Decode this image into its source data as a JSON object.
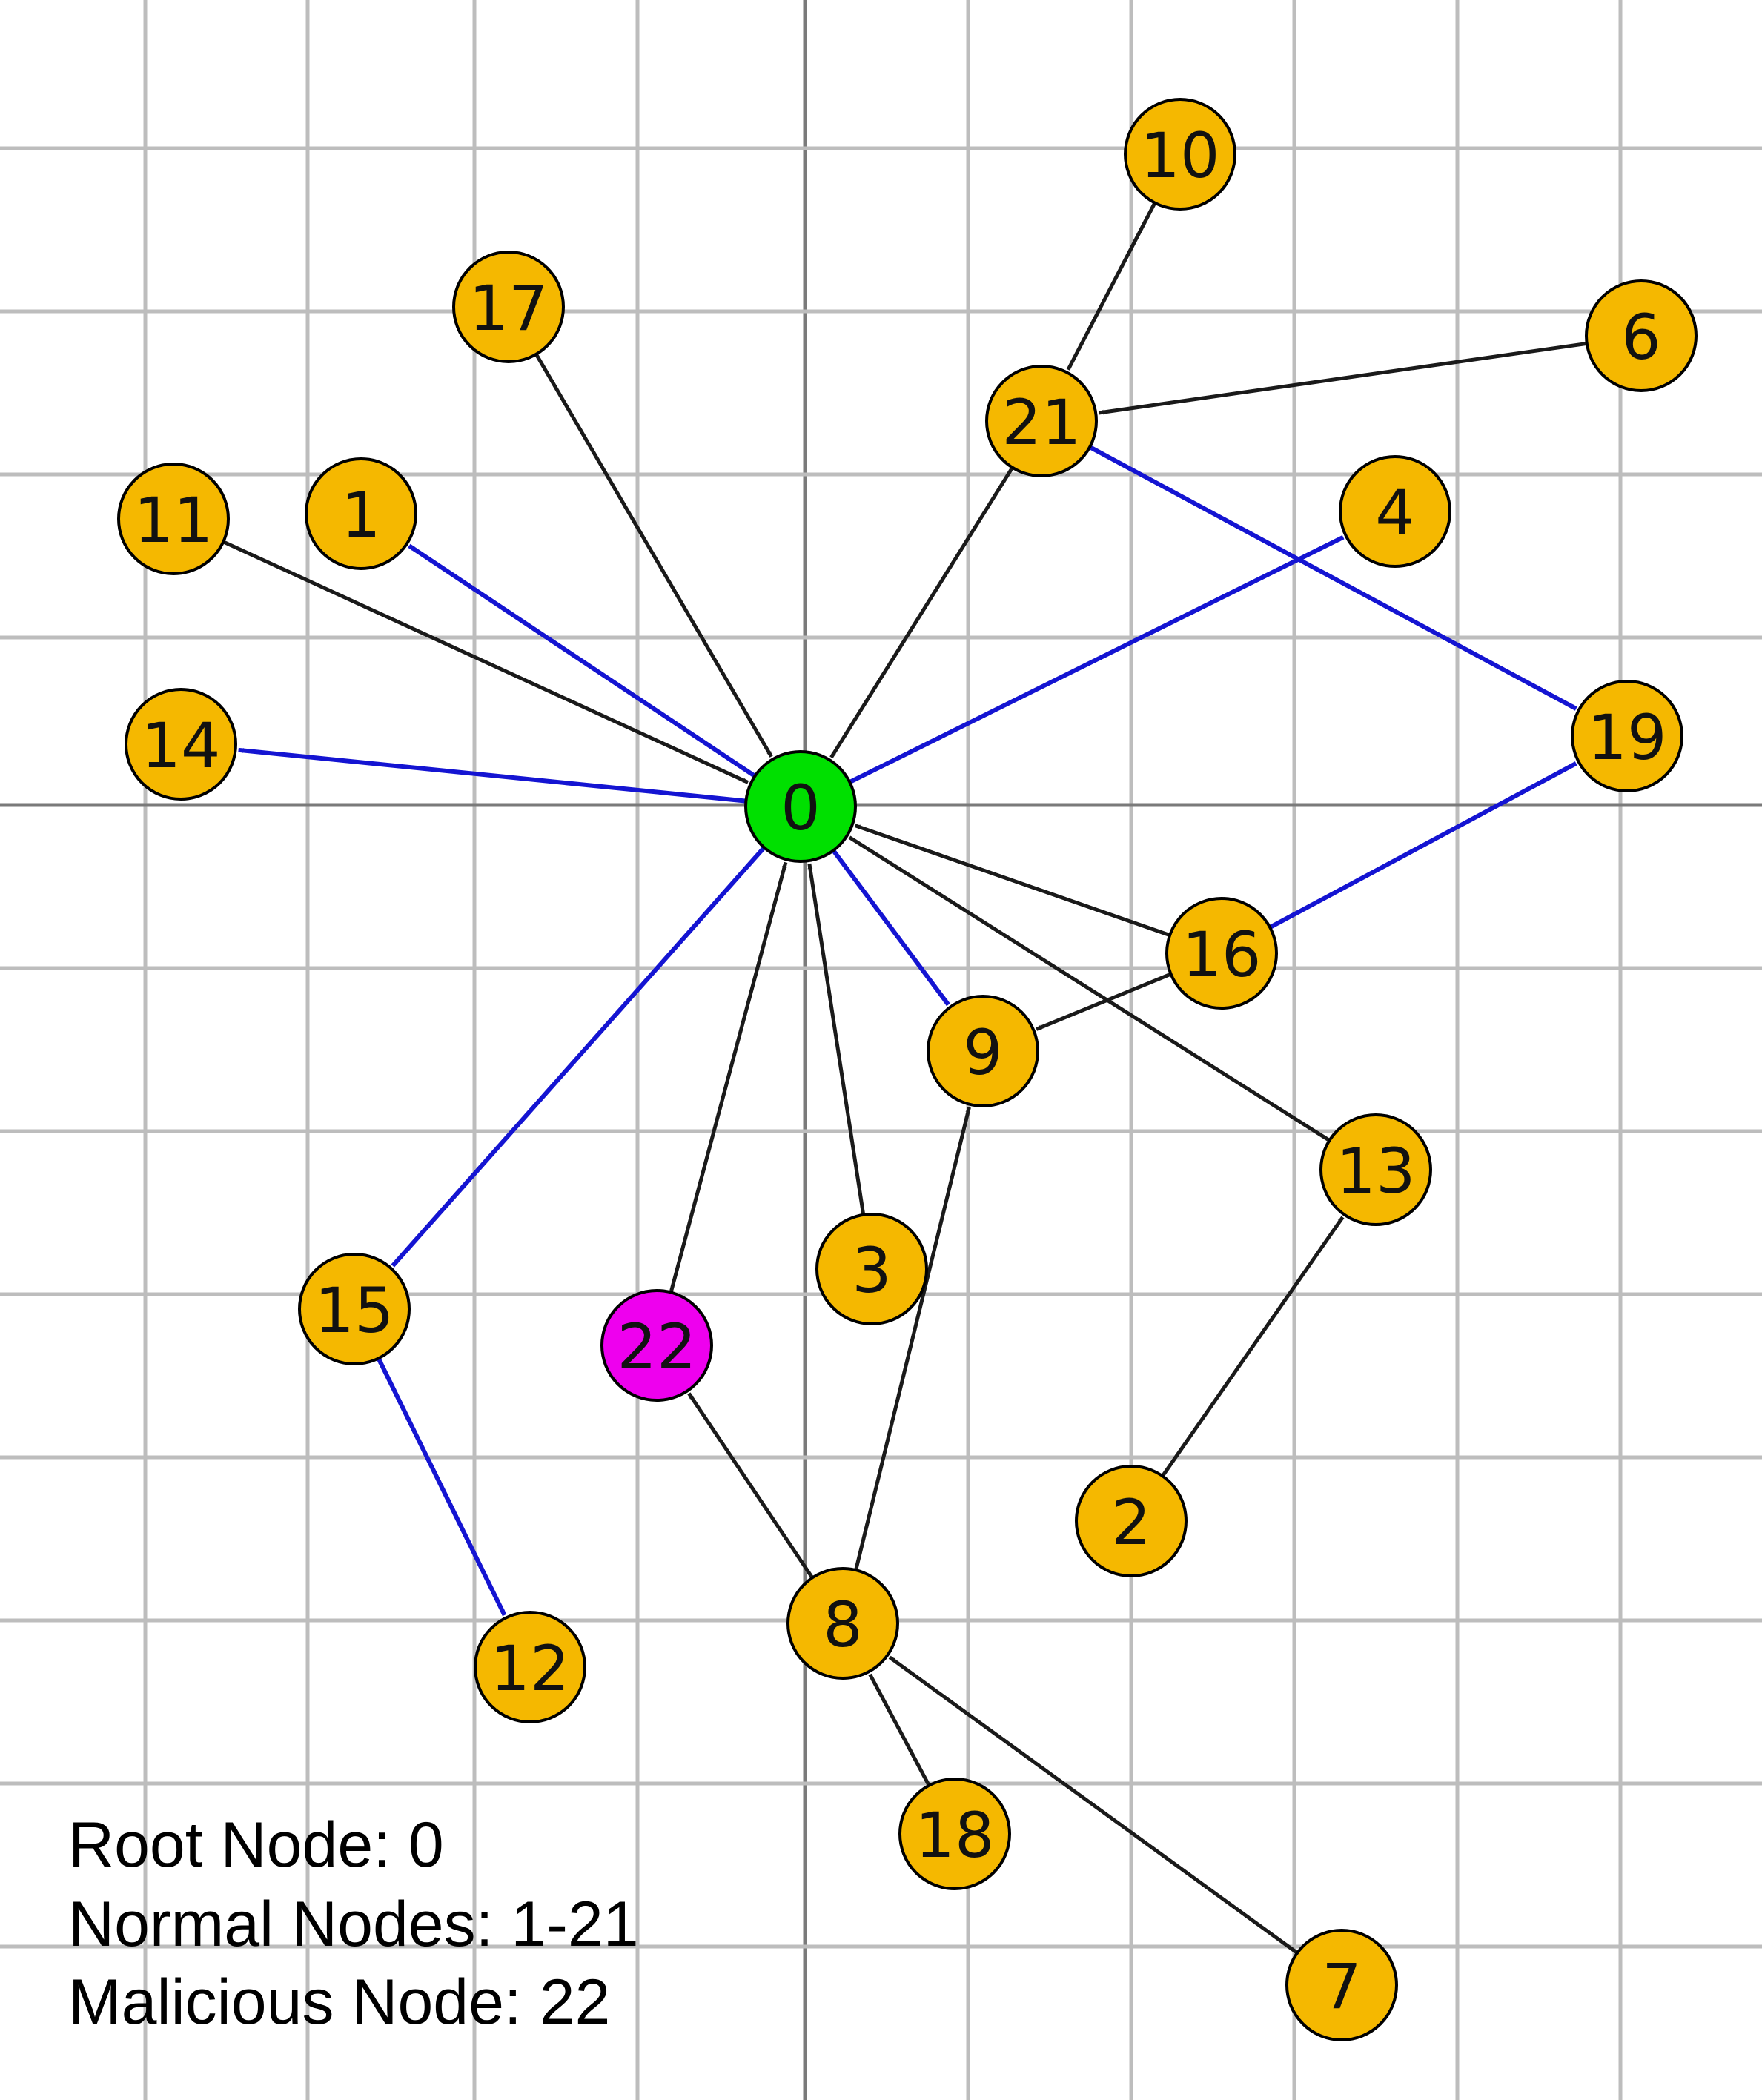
{
  "colors": {
    "root": "#00e000",
    "normal": "#f5b800",
    "malicious": "#ee00ee",
    "edge_black": "#1a1a1a",
    "edge_blue": "#1414d2"
  },
  "nodes": [
    {
      "id": "0",
      "label": "0",
      "role": "root"
    },
    {
      "id": "1",
      "label": "1",
      "role": "normal"
    },
    {
      "id": "2",
      "label": "2",
      "role": "normal"
    },
    {
      "id": "3",
      "label": "3",
      "role": "normal"
    },
    {
      "id": "4",
      "label": "4",
      "role": "normal"
    },
    {
      "id": "6",
      "label": "6",
      "role": "normal"
    },
    {
      "id": "7",
      "label": "7",
      "role": "normal"
    },
    {
      "id": "8",
      "label": "8",
      "role": "normal"
    },
    {
      "id": "9",
      "label": "9",
      "role": "normal"
    },
    {
      "id": "10",
      "label": "10",
      "role": "normal"
    },
    {
      "id": "11",
      "label": "11",
      "role": "normal"
    },
    {
      "id": "12",
      "label": "12",
      "role": "normal"
    },
    {
      "id": "13",
      "label": "13",
      "role": "normal"
    },
    {
      "id": "14",
      "label": "14",
      "role": "normal"
    },
    {
      "id": "15",
      "label": "15",
      "role": "normal"
    },
    {
      "id": "16",
      "label": "16",
      "role": "normal"
    },
    {
      "id": "17",
      "label": "17",
      "role": "normal"
    },
    {
      "id": "18",
      "label": "18",
      "role": "normal"
    },
    {
      "id": "19",
      "label": "19",
      "role": "normal"
    },
    {
      "id": "21",
      "label": "21",
      "role": "normal"
    },
    {
      "id": "22",
      "label": "22",
      "role": "malicious"
    }
  ],
  "edges": [
    {
      "from": "17",
      "to": "0",
      "color": "black"
    },
    {
      "from": "11",
      "to": "0",
      "color": "black"
    },
    {
      "from": "21",
      "to": "0",
      "color": "black"
    },
    {
      "from": "10",
      "to": "21",
      "color": "black",
      "arrow": "none"
    },
    {
      "from": "6",
      "to": "21",
      "color": "black"
    },
    {
      "from": "21",
      "to": "19",
      "color": "blue"
    },
    {
      "from": "0",
      "to": "1",
      "color": "blue"
    },
    {
      "from": "0",
      "to": "14",
      "color": "blue"
    },
    {
      "from": "0",
      "to": "4",
      "color": "blue"
    },
    {
      "from": "16",
      "to": "0",
      "color": "black"
    },
    {
      "from": "13",
      "to": "0",
      "color": "black"
    },
    {
      "from": "16",
      "to": "19",
      "color": "blue"
    },
    {
      "from": "16",
      "to": "9",
      "color": "black"
    },
    {
      "from": "0",
      "to": "9",
      "color": "blue"
    },
    {
      "from": "0",
      "to": "15",
      "color": "blue"
    },
    {
      "from": "22",
      "to": "0",
      "color": "black"
    },
    {
      "from": "3",
      "to": "0",
      "color": "black"
    },
    {
      "from": "8",
      "to": "9",
      "color": "black"
    },
    {
      "from": "8",
      "to": "22",
      "color": "black"
    },
    {
      "from": "7",
      "to": "8",
      "color": "black"
    },
    {
      "from": "18",
      "to": "8",
      "color": "black",
      "arrow": "none"
    },
    {
      "from": "2",
      "to": "13",
      "color": "black"
    },
    {
      "from": "15",
      "to": "12",
      "color": "blue",
      "arrow": "both"
    }
  ],
  "legend": [
    "Root Node: 0",
    "Normal Nodes: 1-21",
    "Malicious Node: 22"
  ]
}
